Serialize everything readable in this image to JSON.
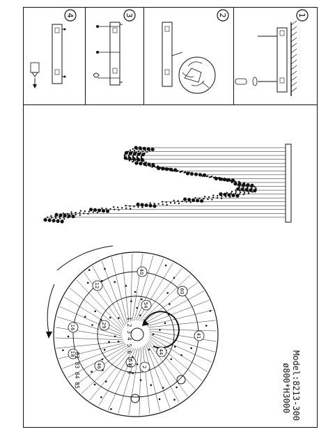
{
  "steps": [
    {
      "number": "1"
    },
    {
      "number": "2"
    },
    {
      "number": "3"
    },
    {
      "number": "4"
    }
  ],
  "model": {
    "model_label": "Model:8213-300",
    "size_label": "ø800*H3000"
  },
  "diagram": {
    "ring_labels": [
      "2",
      "12",
      "16",
      "18",
      "21",
      "29",
      "40",
      "41",
      "44",
      "46",
      "51",
      "54",
      "60"
    ],
    "center_sequence": "1 2 3 4 5 6 7 8 9",
    "outer_sequence": "82 83 84 85"
  },
  "colors": {
    "line": "#111111",
    "background": "#ffffff"
  }
}
